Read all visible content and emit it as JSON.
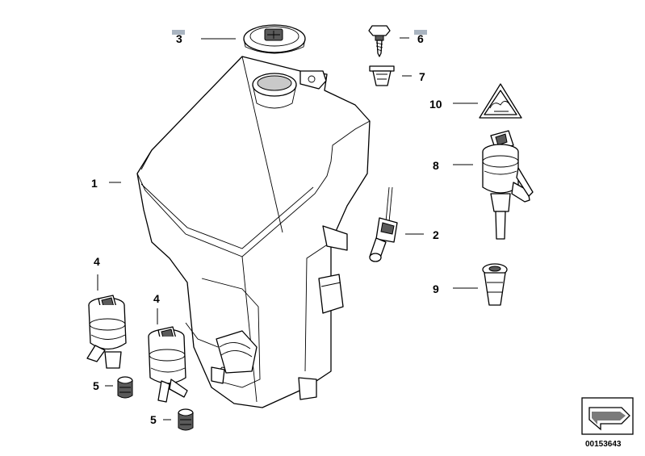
{
  "callouts": {
    "c1": "1",
    "c2": "2",
    "c3": "3",
    "c4a": "4",
    "c4b": "4",
    "c5a": "5",
    "c5b": "5",
    "c6": "6",
    "c7": "7",
    "c8": "8",
    "c9": "9",
    "c10": "10"
  },
  "document_number": "00153643",
  "icons": {
    "warning": "warning-triangle-icon",
    "bookmark": "bookmark-arrow-icon"
  },
  "colors": {
    "line": "#000000",
    "highlight": "#a9b4c0",
    "shade": "#c9c9c9"
  }
}
